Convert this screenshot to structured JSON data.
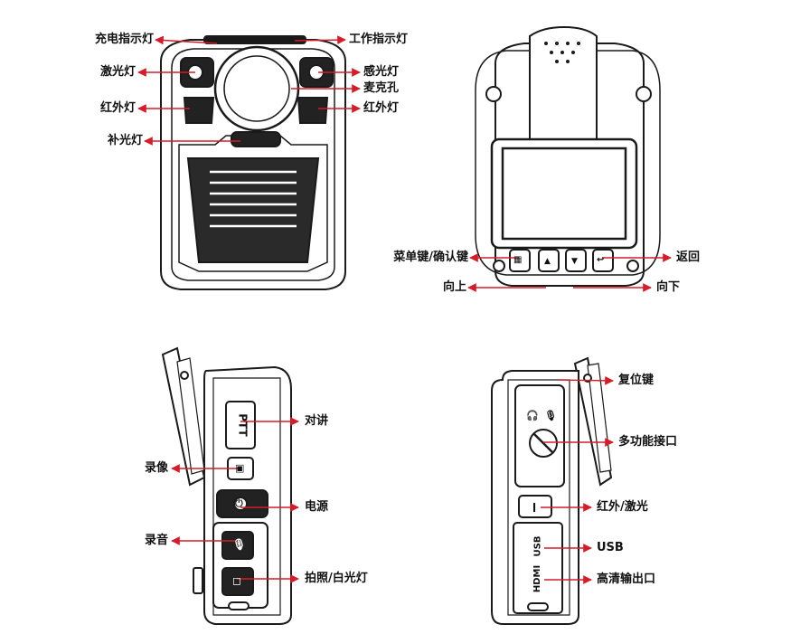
{
  "colors": {
    "arrow": "#d21e2a",
    "outline": "#1a1a1a",
    "fill": "#ffffff"
  },
  "front_view": {
    "charge_indicator": "充电指示灯",
    "work_indicator": "工作指示灯",
    "laser_light": "激光灯",
    "light_sensor": "感光灯",
    "microphone": "麦克孔",
    "ir_left": "红外灯",
    "ir_right": "红外灯",
    "fill_light": "补光灯"
  },
  "back_view": {
    "menu_confirm": "菜单键/确认键",
    "back": "返回",
    "up": "向上",
    "down": "向下"
  },
  "left_side_view": {
    "ptt_button": "对讲",
    "ptt_glyph": "PTT",
    "video_record": "录像",
    "power": "电源",
    "audio_record": "录音",
    "photo_light": "拍照/白光灯"
  },
  "right_side_view": {
    "reset": "复位键",
    "multi_port": "多功能接口",
    "ir_laser": "红外/激光",
    "usb": "USB",
    "usb_glyph": "USB",
    "hdmi": "高清输出口",
    "hdmi_glyph": "HDMI"
  }
}
